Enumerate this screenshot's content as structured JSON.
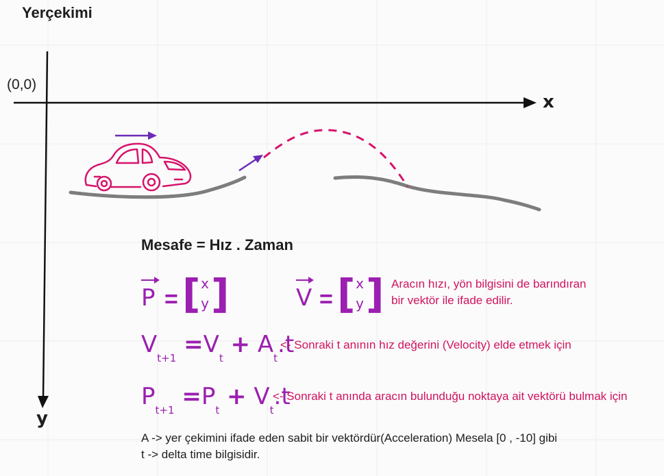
{
  "title": "Yerçekimi",
  "origin_label": "(0,0)",
  "x_axis_label": "x",
  "y_axis_label": "y",
  "heading": "Mesafe = Hız . Zaman",
  "vector_p": {
    "symbol": "P",
    "equals": "=",
    "row1": "x",
    "row2": "y"
  },
  "vector_v": {
    "symbol": "V",
    "equals": "=",
    "row1": "x",
    "row2": "y"
  },
  "velocity_note": {
    "line1": "Aracın hızı, yön bilgisini de barındıran",
    "line2": "bir vektör ile ifade edilir."
  },
  "formula_velocity": {
    "lhs": "V",
    "lhs_sub": "t+1",
    "equals": "=",
    "v": "V",
    "v_sub": "t",
    "plus": "+",
    "a": "A",
    "a_sub": "t",
    "dt": ".t",
    "note": "<- Sonraki t anının hız değerini (Velocity) elde etmek için"
  },
  "formula_position": {
    "lhs": "P",
    "lhs_sub": "t+1",
    "equals": "=",
    "p": "P",
    "p_sub": "t",
    "plus": "+",
    "v": "V",
    "v_sub": "t",
    "dt": ".t",
    "note": "<- Sonraki t anında aracın bulunduğu noktaya ait vektörü bulmak için"
  },
  "footnote": {
    "line1": "A -> yer çekimini ifade eden sabit bir vektördür(Acceleration) Mesela [0 , -10] gibi",
    "line2": "t -> delta time bilgisidir."
  },
  "colors": {
    "text": "#1e1e1e",
    "formula_purple": "#9b1fb0",
    "note_magenta": "#d0135e",
    "car_pink": "#d6136b",
    "arrow_purple": "#6a2bb8",
    "ground_gray": "#7d7d7d",
    "grid": "#ececec"
  }
}
